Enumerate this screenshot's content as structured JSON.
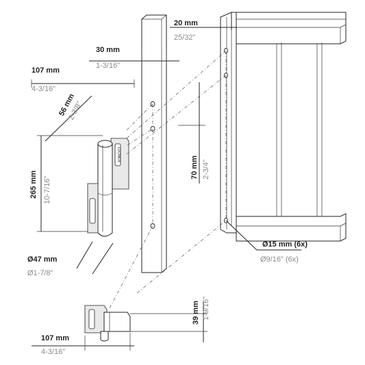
{
  "dimensions": {
    "top_width": {
      "mm": "20 mm",
      "in": "25/32\""
    },
    "post_width": {
      "mm": "30 mm",
      "in": "1-3/16\""
    },
    "hinge_width_top": {
      "mm": "107 mm",
      "in": "4-3/16\""
    },
    "offset": {
      "mm": "56 mm",
      "in": "2-3/8\""
    },
    "hinge_height": {
      "mm": "265 mm",
      "in": "10-7/16\""
    },
    "hole_spacing": {
      "mm": "70 mm",
      "in": "2-3/4\""
    },
    "hole_diameter": {
      "mm": "Ø15 mm (6x)",
      "in": "Ø9/16\" (6x)"
    },
    "barrel_diameter": {
      "mm": "Ø47 mm",
      "in": "Ø1-7/8\""
    },
    "bracket_height": {
      "mm": "39 mm",
      "in": "1-9/16\""
    },
    "hinge_width_bottom": {
      "mm": "107 mm",
      "in": "4-3/16\""
    }
  },
  "brand_mark": "LOCINOX"
}
